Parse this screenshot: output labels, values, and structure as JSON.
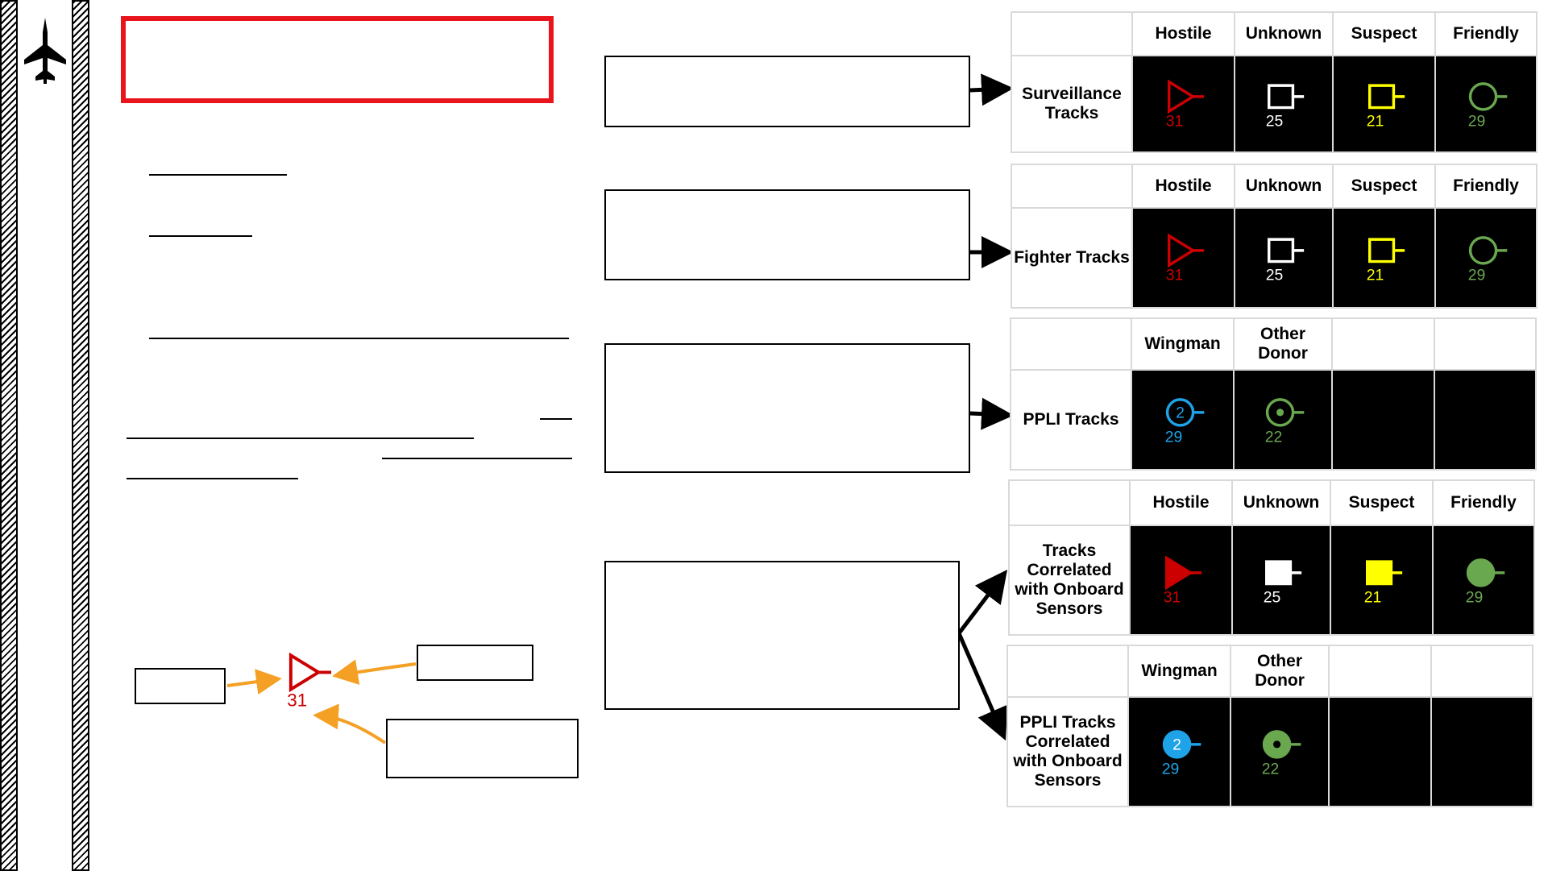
{
  "colors": {
    "hostile": "#cc0000",
    "unknown": "#ffffff",
    "suspect": "#ffff00",
    "friendly": "#6aa84f",
    "wingman": "#1fa3e8",
    "orange": "#f4a025",
    "title_border": "#e8161c"
  },
  "sidebar": {
    "icon": "fighter-jet-icon"
  },
  "tables": [
    {
      "header": [
        "Hostile",
        "Unknown",
        "Suspect",
        "Friendly"
      ],
      "row_label": "Surveillance Tracks",
      "cells": [
        {
          "shape": "triangle",
          "color": "hostile",
          "fill": false,
          "number": "31"
        },
        {
          "shape": "square",
          "color": "unknown",
          "fill": false,
          "number": "25"
        },
        {
          "shape": "square",
          "color": "suspect",
          "fill": false,
          "number": "21"
        },
        {
          "shape": "circle",
          "color": "friendly",
          "fill": false,
          "number": "29"
        }
      ]
    },
    {
      "header": [
        "Hostile",
        "Unknown",
        "Suspect",
        "Friendly"
      ],
      "row_label": "Fighter Tracks",
      "cells": [
        {
          "shape": "triangle",
          "color": "hostile",
          "fill": false,
          "number": "31"
        },
        {
          "shape": "square",
          "color": "unknown",
          "fill": false,
          "number": "25"
        },
        {
          "shape": "square",
          "color": "suspect",
          "fill": false,
          "number": "21"
        },
        {
          "shape": "circle",
          "color": "friendly",
          "fill": false,
          "number": "29"
        }
      ]
    },
    {
      "header": [
        "Wingman",
        "Other Donor",
        "",
        ""
      ],
      "row_label": "PPLI Tracks",
      "cells": [
        {
          "shape": "circle-num",
          "color": "wingman",
          "fill": false,
          "inner": "2",
          "number": "29"
        },
        {
          "shape": "circle-dot",
          "color": "friendly",
          "fill": false,
          "number": "22"
        },
        {
          "shape": "none"
        },
        {
          "shape": "none"
        }
      ]
    },
    {
      "header": [
        "Hostile",
        "Unknown",
        "Suspect",
        "Friendly"
      ],
      "row_label": "Tracks Correlated with Onboard Sensors",
      "cells": [
        {
          "shape": "triangle",
          "color": "hostile",
          "fill": true,
          "number": "31"
        },
        {
          "shape": "square",
          "color": "unknown",
          "fill": true,
          "number": "25"
        },
        {
          "shape": "square",
          "color": "suspect",
          "fill": true,
          "number": "21"
        },
        {
          "shape": "circle",
          "color": "friendly",
          "fill": true,
          "number": "29"
        }
      ]
    },
    {
      "header": [
        "Wingman",
        "Other Donor",
        "",
        ""
      ],
      "row_label": "PPLI Tracks Correlated with Onboard Sensors",
      "cells": [
        {
          "shape": "circle-num",
          "color": "wingman",
          "fill": true,
          "inner": "2",
          "number": "29"
        },
        {
          "shape": "circle-dot",
          "color": "friendly",
          "fill": true,
          "number": "22"
        },
        {
          "shape": "none"
        },
        {
          "shape": "none"
        }
      ]
    }
  ],
  "legend_symbol": {
    "shape": "triangle",
    "color": "hostile",
    "number": "31"
  }
}
